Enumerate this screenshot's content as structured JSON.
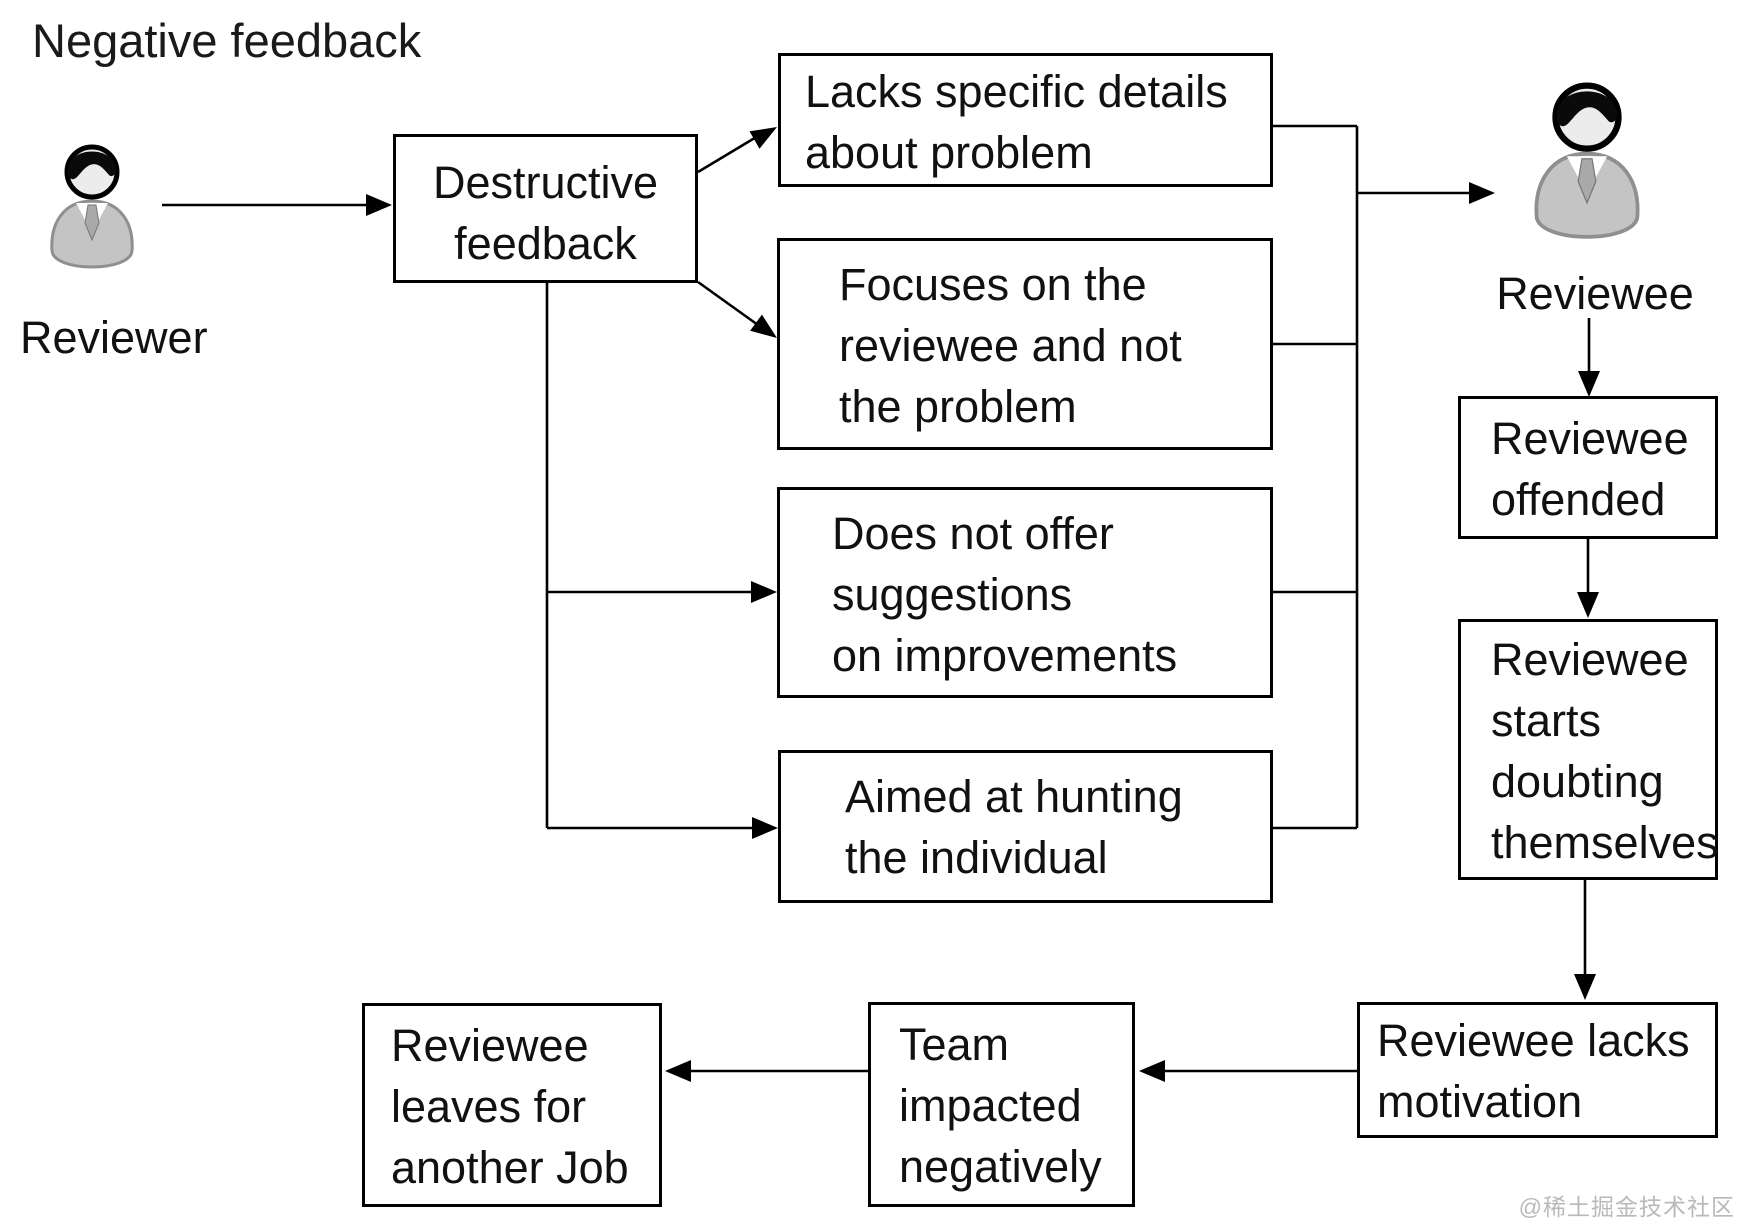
{
  "title": "Negative feedback",
  "actors": {
    "reviewer": {
      "label": "Reviewer"
    },
    "reviewee": {
      "label": "Reviewee"
    }
  },
  "nodes": {
    "destructive": "Destructive\nfeedback",
    "lacks_details": "Lacks specific details\nabout problem",
    "focuses_reviewee": "Focuses on the\nreviewee and not\nthe problem",
    "no_suggestions": "Does not offer\nsuggestions\non improvements",
    "aimed_hunting": "Aimed at hunting\nthe individual",
    "offended": "Reviewee\noffended",
    "doubting": "Reviewee\nstarts\ndoubting\nthemselves",
    "lacks_motivation": "Reviewee lacks\nmotivation",
    "team_impacted": "Team\nimpacted\nnegatively",
    "leaves_job": "Reviewee\nleaves for\nanother Job"
  },
  "watermark": "@稀土掘金技术社区",
  "colors": {
    "line": "#000000",
    "text": "#111111",
    "watermark": "#b9b9b9",
    "icon_hair": "#0a0a0a",
    "icon_face": "#ececec",
    "icon_body": "#c4c4c4"
  }
}
